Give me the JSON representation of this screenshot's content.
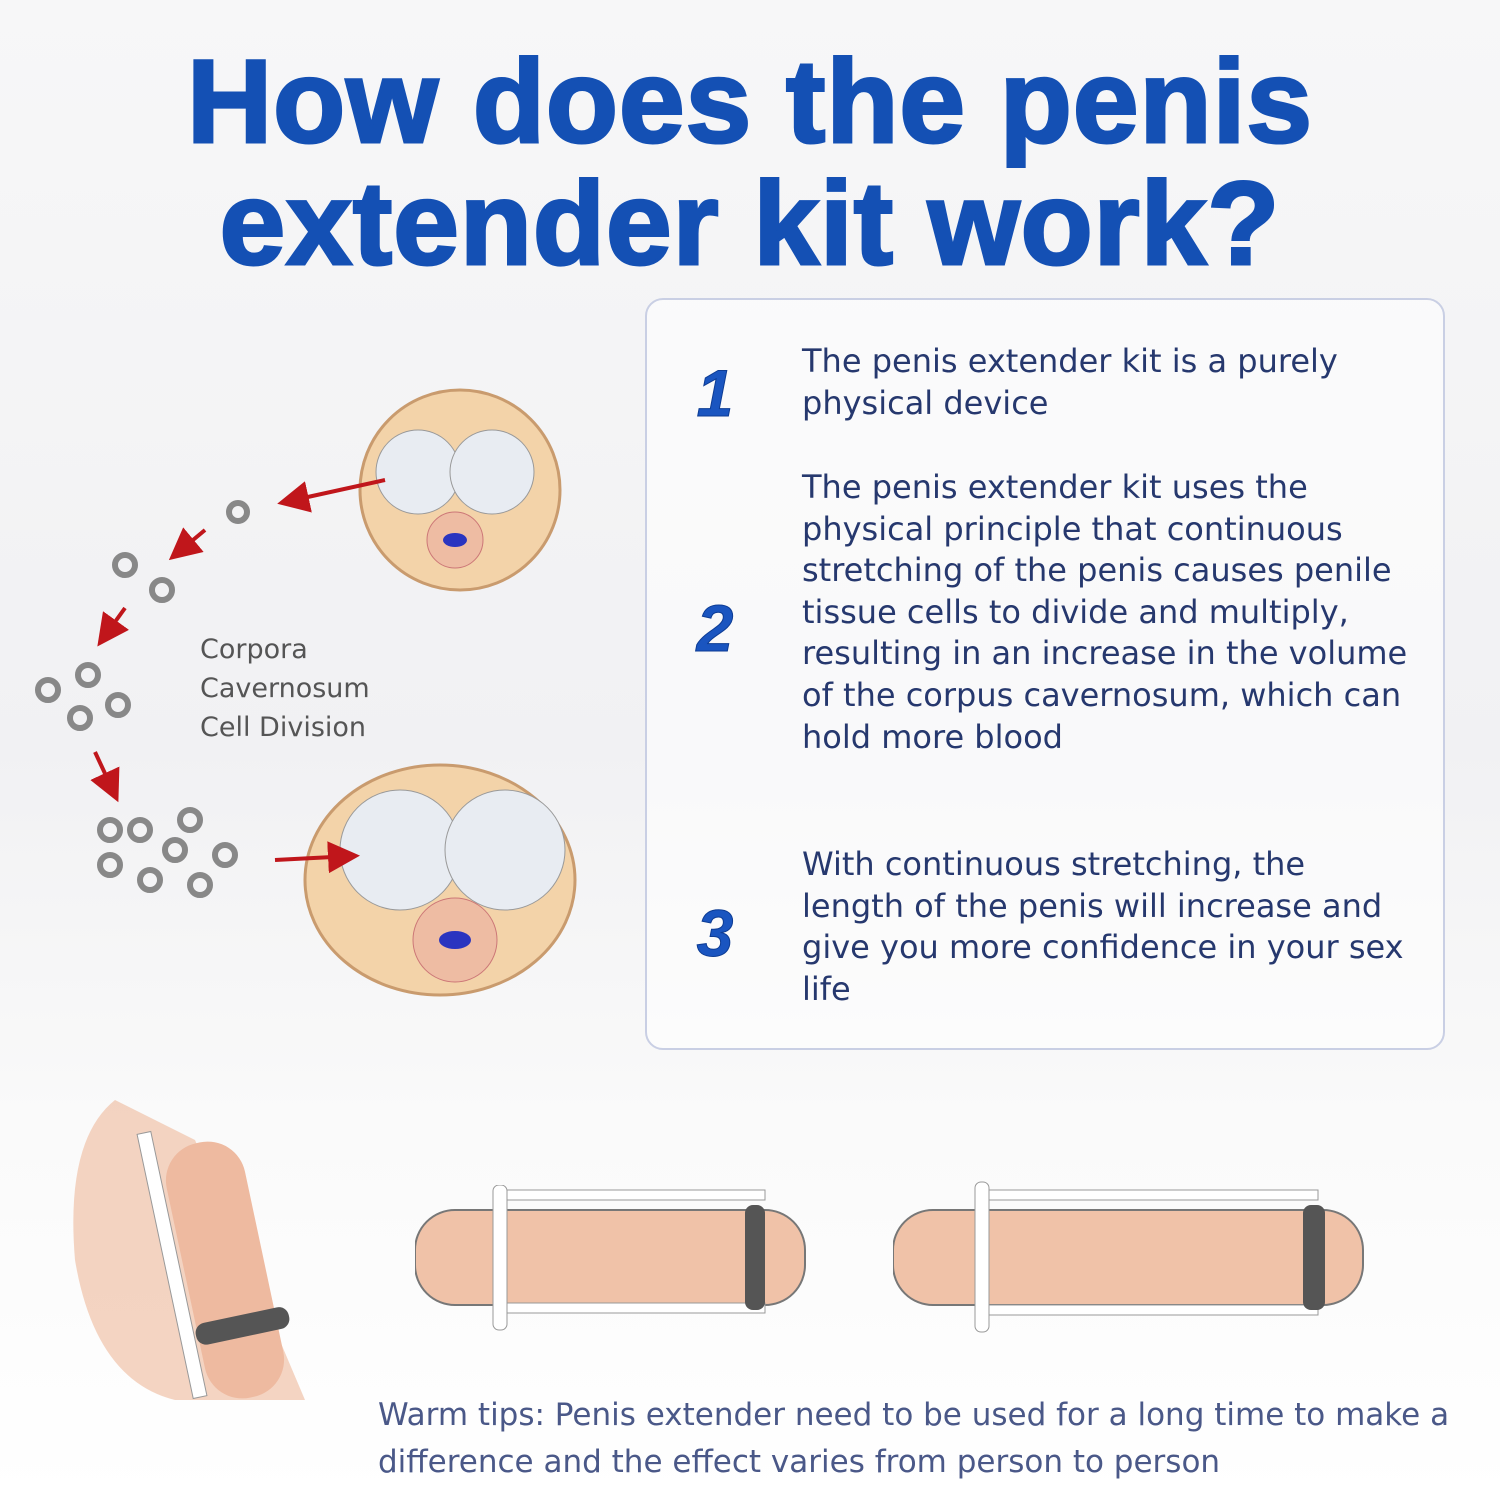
{
  "title": {
    "line1": "How does the penis",
    "line2": "extender kit work?"
  },
  "diagram": {
    "label_lines": [
      "Corpora",
      "Cavernosum",
      "Cell Division"
    ]
  },
  "steps": [
    {
      "number": "1",
      "text": "The penis extender kit is a purely physical device"
    },
    {
      "number": "2",
      "text": "The penis extender kit uses the physical principle that continuous stretching of the penis causes penile tissue cells to divide and multiply, resulting in an increase in the volume of the corpus cavernosum, which can hold more blood"
    },
    {
      "number": "3",
      "text": "With continuous stretching, the length of the penis will increase and give you more confidence in your sex life"
    }
  ],
  "warm_tips": "Warm tips: Penis extender need to be used for a long time to make a difference and the effect varies from person to person",
  "colors": {
    "title": "#1450b4",
    "body_text": "#26386e",
    "arrow": "#c0161b",
    "skin": "#f0c2a8"
  }
}
